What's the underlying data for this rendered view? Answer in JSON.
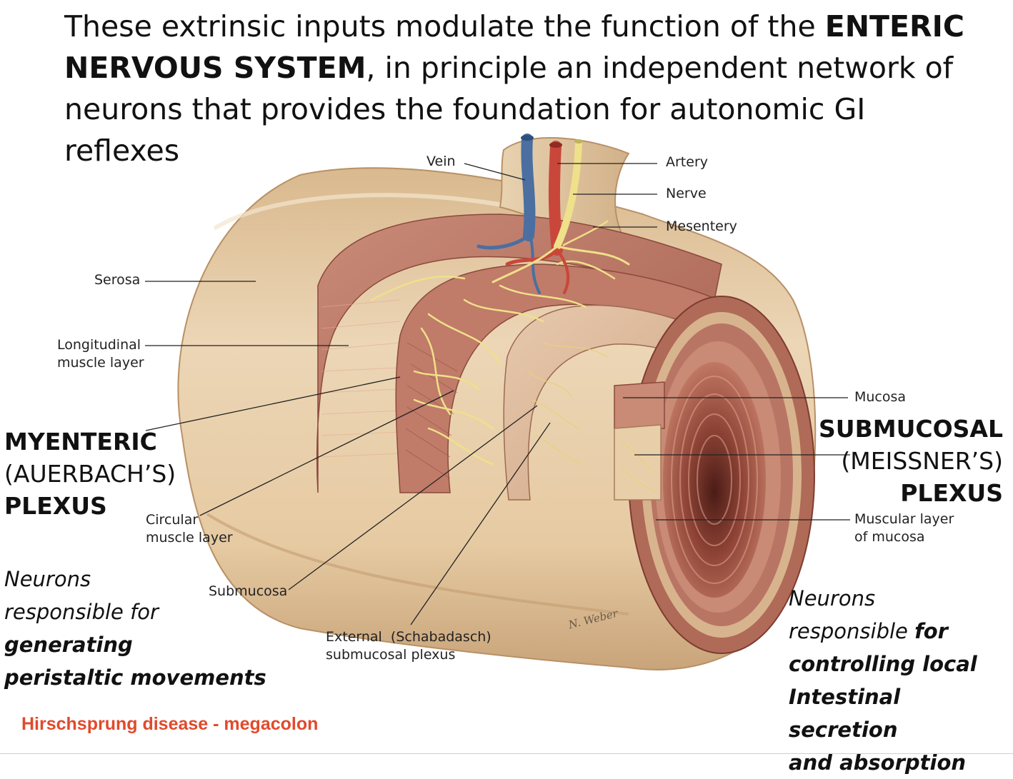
{
  "heading": {
    "part1": "These extrinsic inputs modulate the function of the ",
    "bold1": "ENTERIC NERVOUS SYSTEM",
    "part2": ", in principle an independent network of neurons that provides the foundation for autonomic GI reflexes"
  },
  "labels": {
    "vein": "Vein",
    "artery": "Artery",
    "nerve": "Nerve",
    "mesentery": "Mesentery",
    "serosa": "Serosa",
    "longitudinal_1": "Longitudinal",
    "longitudinal_2": "muscle layer",
    "circular_1": "Circular",
    "circular_2": "muscle layer",
    "submucosa": "Submucosa",
    "external_1": "External  (Schabadasch)",
    "external_2": "submucosal plexus",
    "mucosa": "Mucosa",
    "muscular_mucosa_1": "Muscular layer",
    "muscular_mucosa_2": "of mucosa"
  },
  "myenteric": {
    "line1": "MYENTERIC",
    "line2": "(AUERBACH’S)",
    "line3": "PLEXUS",
    "desc1": "Neurons",
    "desc2": "responsible for",
    "desc3": "generating",
    "desc4": "peristaltic movements"
  },
  "submucosal": {
    "line1": "SUBMUCOSAL",
    "line2": "(MEISSNER’S)",
    "line3": "PLEXUS",
    "desc1": "Neurons",
    "desc2": "responsible ",
    "desc2b": "for",
    "desc3": "controlling local",
    "desc4": "Intestinal secretion",
    "desc5": "and absorption"
  },
  "footer": {
    "disease": "Hirschsprung disease - megacolon"
  },
  "colors": {
    "accent_red": "#e04a2c",
    "tissue_tan": "#e2c9a6",
    "muscle": "#b57466",
    "nerve": "#efe08a",
    "artery": "#c9473a",
    "vein": "#4a6fa0"
  }
}
